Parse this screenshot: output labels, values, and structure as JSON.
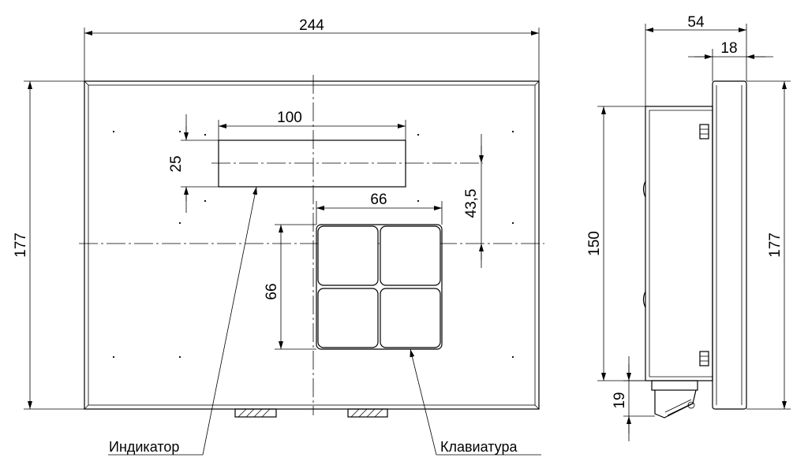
{
  "front_view": {
    "dimensions": {
      "overall_width": "244",
      "overall_height": "177",
      "indicator_width": "100",
      "indicator_height": "25",
      "indicator_offset": "43,5",
      "keypad_width": "66",
      "keypad_height": "66"
    },
    "labels": {
      "indicator": "Индикатор",
      "keypad": "Клавиатура"
    }
  },
  "side_view": {
    "dimensions": {
      "overall_depth": "54",
      "panel_thickness": "18",
      "body_height": "150",
      "overall_height": "177",
      "connector_height": "19"
    }
  }
}
